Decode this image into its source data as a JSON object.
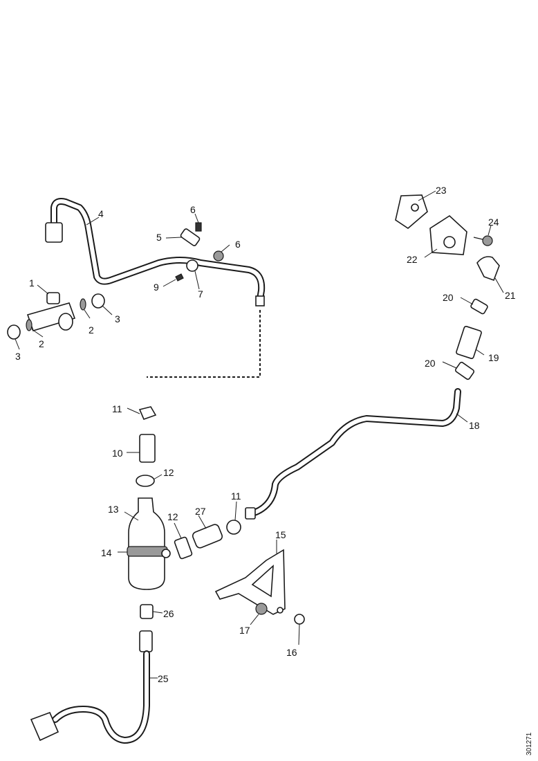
{
  "labels": {
    "l1": "1",
    "l2a": "2",
    "l2b": "2",
    "l3a": "3",
    "l3b": "3",
    "l4": "4",
    "l5": "5",
    "l6a": "6",
    "l6b": "6",
    "l7": "7",
    "l9": "9",
    "l10": "10",
    "l11a": "11",
    "l11b": "11",
    "l12a": "12",
    "l12b": "12",
    "l13": "13",
    "l14": "14",
    "l15": "15",
    "l16": "16",
    "l17": "17",
    "l18": "18",
    "l19": "19",
    "l20a": "20",
    "l20b": "20",
    "l21": "21",
    "l22": "22",
    "l23": "23",
    "l24": "24",
    "l25": "25",
    "l26": "26",
    "l27": "27"
  },
  "reference_code": "301271"
}
